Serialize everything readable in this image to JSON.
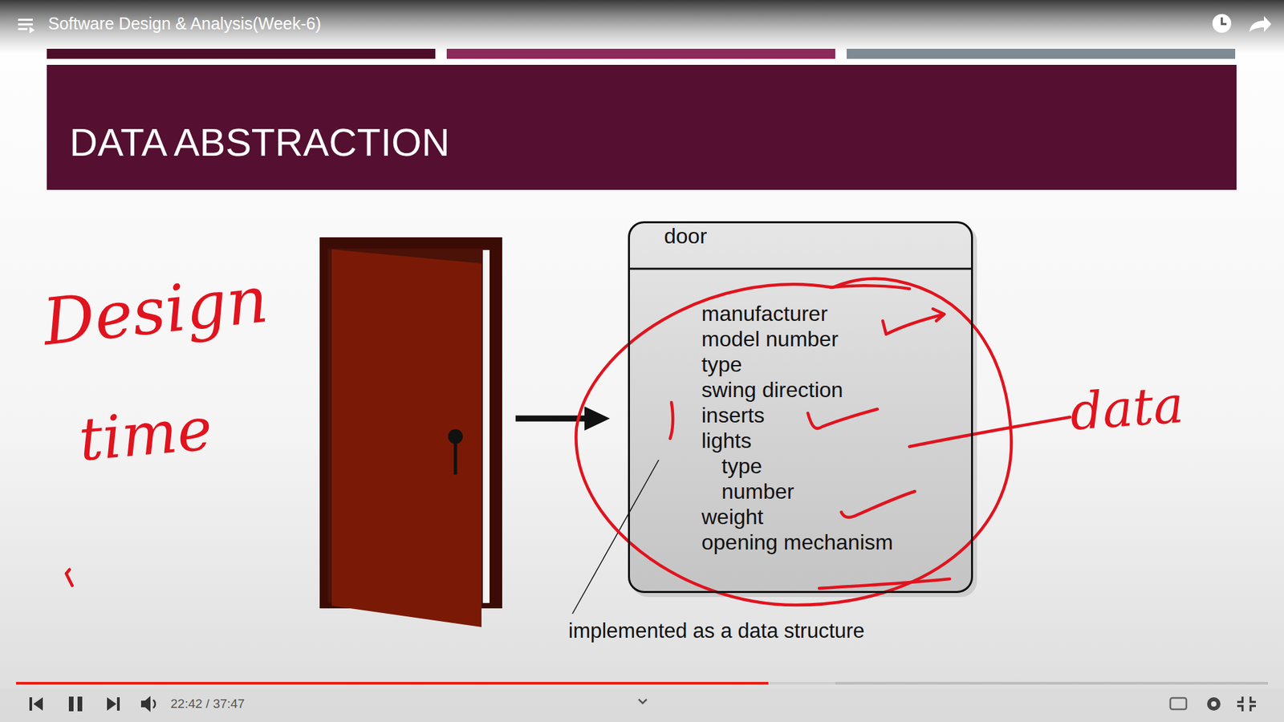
{
  "diagram": {
    "title": "DATA ABSTRACTION",
    "nodes": [
      {
        "text": [
          "door",
          "manufacturer",
          "model number",
          "type",
          "swing direction",
          "inserts",
          "lights",
          "type",
          "number",
          "weight",
          "opening mechanism"
        ]
      }
    ],
    "labels": [
      "Software Design & Analysis(Week-6)",
      "implemented as a data structure",
      "Design",
      "time",
      "data",
      "22:42 / 37:47"
    ]
  }
}
